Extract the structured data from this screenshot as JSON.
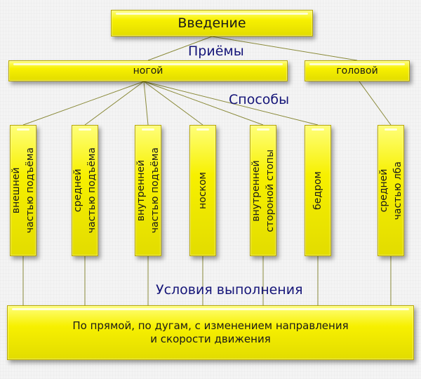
{
  "root": {
    "title": "Введение"
  },
  "labels": {
    "techniques": "Приёмы",
    "methods": "Способы",
    "conditions": "Условия выполнения"
  },
  "techniques": {
    "foot": "ногой",
    "head": "головой"
  },
  "methods": [
    {
      "label": "внешней\nчастью подъёма",
      "group": "foot"
    },
    {
      "label": "средней\nчастью подъёма",
      "group": "foot"
    },
    {
      "label": "внутренней\nчастью подъёма",
      "group": "foot"
    },
    {
      "label": "носком",
      "group": "foot"
    },
    {
      "label": "внутренней\nстороной стопы",
      "group": "foot"
    },
    {
      "label": "бедром",
      "group": "foot"
    },
    {
      "label": "средней\nчастью лба",
      "group": "head"
    }
  ],
  "conditions": {
    "text": "По прямой, по дугам, с изменением направления\nи скорости движения"
  },
  "colors": {
    "box_fill": "#f7f000",
    "box_border": "#b8a800",
    "connector": "#8a8a3a",
    "section_label": "#141478"
  }
}
